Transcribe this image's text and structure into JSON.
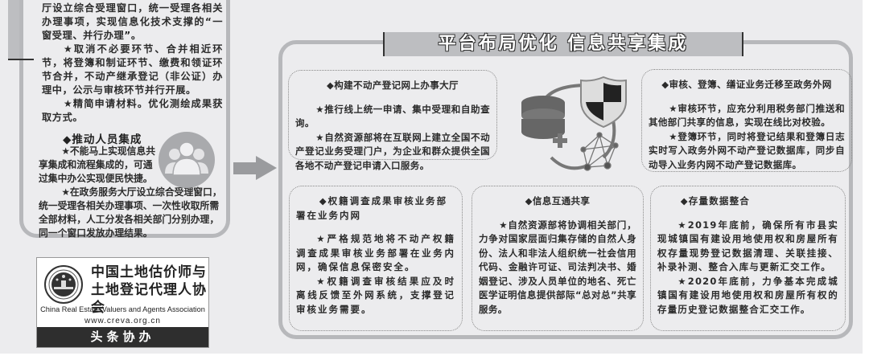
{
  "left_column": {
    "intro_lines": [
      "厅设立综合受理窗口，统一受理各相关办理事项，实现信息化技术支撑的“一窗受理、并行办理”。"
    ],
    "bullets": [
      "★取消不必要环节、合并相近环节，将登簿和制证环节、缴费和领证环节合并，不动产继承登记（非公证）办理中，公示与审核环节并行开展。",
      "★精简申请材料。优化测绘成果获取方式。"
    ],
    "personnel": {
      "title": "◆推动人员集成",
      "bullet1": "★不能马上实现信息共享集成和流程集成的，可通过集中办公实现便民快捷。",
      "bullet2": "★在政务服务大厅设立综合受理窗口，统一受理各相关办理事项、一次性收取所需全部材料，人工分发各相关部门分别办理，同一个窗口发放办理结果。",
      "icon": "people-group-icon"
    }
  },
  "logo": {
    "name_cn_line1": "中国土地估价师与",
    "name_cn_line2": "土地登记代理人协会",
    "name_en": "China Real Estate Valuers and Agents Association",
    "url": "www.creva.org.cn",
    "banner": "头条协办"
  },
  "main": {
    "title": "平台布局优化  信息共享集成",
    "cards": [
      {
        "heading": "◆构建不动产登记网上办事大厅",
        "bullets": [
          "★推行线上统一申请、集中受理和自助查询。",
          "★自然资源部将在互联网上建立全国不动产登记业务受理门户，为企业和群众提供全国各地不动产登记申请入口服务。"
        ]
      },
      {
        "heading": "◆审核、登簿、缮证业务迁移至政务外网",
        "bullets": [
          "★审核环节，应充分利用税务部门推送和其他部门共享的信息，实现在线比对校验。",
          "★登簿环节，同时将登记结果和登簿日志实时写入政务外网不动产登记数据库，同步自动导入业务内网不动产登记数据库。"
        ]
      },
      {
        "heading": "◆权籍调查成果审核业务部署在业务内网",
        "bullets": [
          "★严格规范地将不动产权籍调查成果审核业务部署在业务内网，确保信息保密安全。",
          "★权籍调查审核结果应及时离线反馈至外网系统，支撑登记审核业务需要。"
        ]
      },
      {
        "heading": "◆信息互通共享",
        "bullets": [
          "★自然资源部将协调相关部门，力争对国家层面归集存储的自然人身份、法人和非法人组织统一社会信用代码、金融许可证、司法判决书、婚姻登记、涉及人员单位的地名、死亡医学证明信息提供部际“总对总”共享服务。"
        ]
      },
      {
        "heading": "◆存量数据整合",
        "bullets": [
          "★2019年底前，确保所有市县实现城镇国有建设用地使用权和房屋所有权存量现势登记数据清理、关联挂接、补录补测、整合入库与更新汇交工作。",
          "★2020年底前，力争基本完成城镇国有建设用地使用权和房屋所有权的存量历史登记数据整合汇交工作。"
        ]
      }
    ],
    "illustration_icons": [
      "database-icon",
      "shield-icon",
      "network-icon"
    ]
  },
  "colors": {
    "background": "#ececee",
    "panel_border": "#b7b8bb",
    "title_bar": "#bdbec1",
    "arrow": "#9a9b9e",
    "logo_banner": "#2e2e2e"
  }
}
